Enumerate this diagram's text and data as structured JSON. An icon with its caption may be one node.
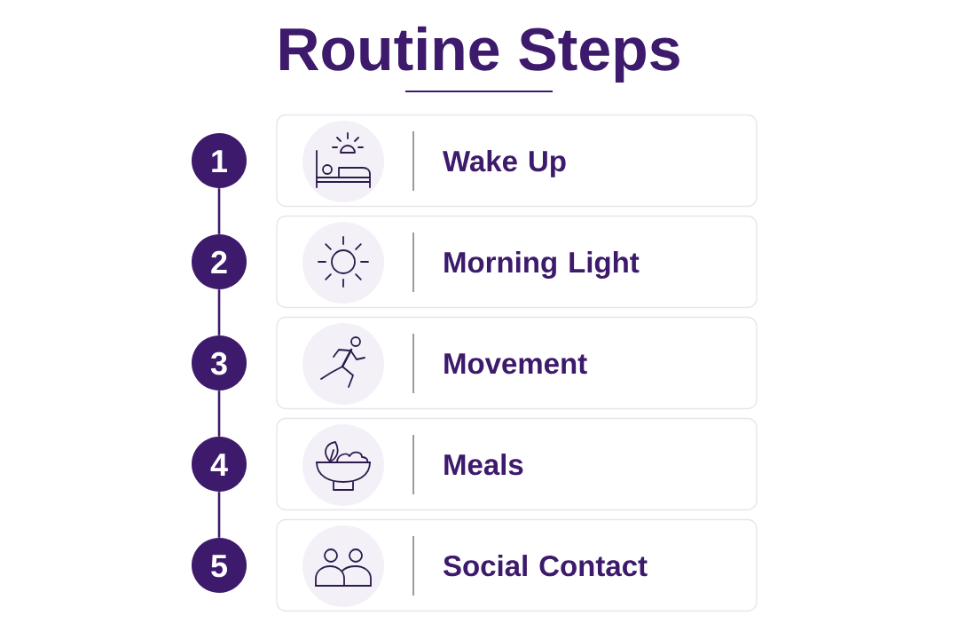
{
  "diagram": {
    "title": "Routine Steps",
    "nodes": [
      {
        "text": [
          "1"
        ]
      },
      {
        "text": [
          "Wake Up"
        ]
      },
      {
        "text": [
          "2"
        ]
      },
      {
        "text": [
          "Morning Light"
        ]
      },
      {
        "text": [
          "3"
        ]
      },
      {
        "text": [
          "Movement"
        ]
      },
      {
        "text": [
          "4"
        ]
      },
      {
        "text": [
          "Meals"
        ]
      },
      {
        "text": [
          "5"
        ]
      },
      {
        "text": [
          "Social Contact"
        ]
      }
    ],
    "edges": [
      {
        "from": 0,
        "to": 2,
        "arrow": "none"
      },
      {
        "from": 2,
        "to": 4,
        "arrow": "none"
      },
      {
        "from": 4,
        "to": 6,
        "arrow": "none"
      },
      {
        "from": 6,
        "to": 8,
        "arrow": "none"
      }
    ]
  }
}
